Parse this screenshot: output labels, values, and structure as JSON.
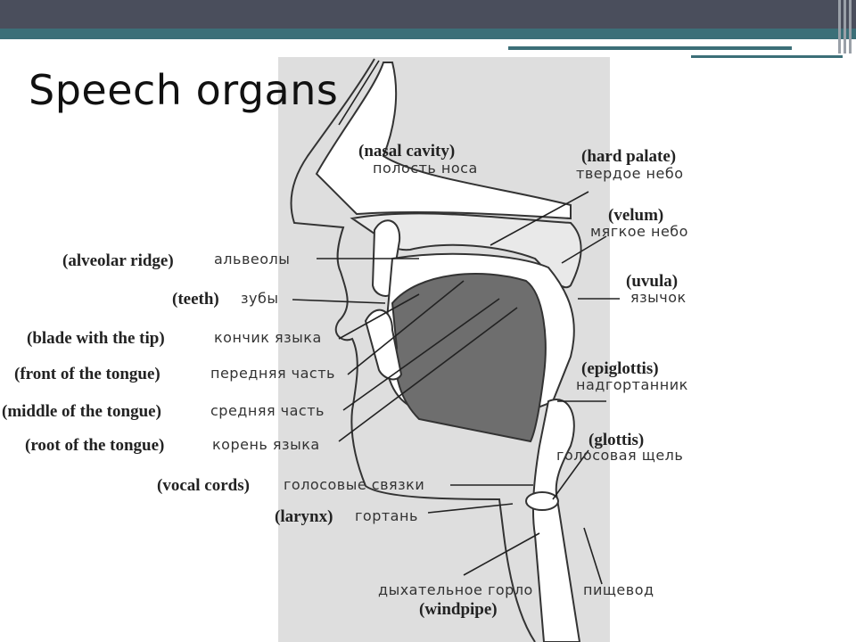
{
  "slide": {
    "title": "Speech organs"
  },
  "labels": {
    "nasal_cavity": {
      "en": "(nasal cavity)",
      "ru": "полость носа"
    },
    "hard_palate": {
      "en": "(hard palate)",
      "ru": "твердое небо"
    },
    "velum": {
      "en": "(velum)",
      "ru": "мягкое небо"
    },
    "uvula": {
      "en": "(uvula)",
      "ru": "язычок"
    },
    "epiglottis": {
      "en": "(epiglottis)",
      "ru": "надгортанник"
    },
    "glottis": {
      "en": "(glottis)",
      "ru": "голосовая щель"
    },
    "alveolar_ridge": {
      "en": "(alveolar ridge)",
      "ru": "альвеолы"
    },
    "teeth": {
      "en": "(teeth)",
      "ru": "зубы"
    },
    "blade": {
      "en": "(blade with the tip)",
      "ru": "кончик языка"
    },
    "front": {
      "en": "(front of the tongue)",
      "ru": "передняя часть"
    },
    "middle": {
      "en": "(middle of the tongue)",
      "ru": "средняя часть"
    },
    "root": {
      "en": "(root of the tongue)",
      "ru": "корень языка"
    },
    "vocal_cords": {
      "en": "(vocal cords)",
      "ru": "голосовые связки"
    },
    "larynx": {
      "en": "(larynx)",
      "ru": "гортань"
    },
    "windpipe": {
      "en": "(windpipe)",
      "ru": "дыхательное горло"
    },
    "esophagus": {
      "ru": "пищевод"
    }
  },
  "colors": {
    "header_dark": "#4a4e5c",
    "header_teal": "#3c6f78",
    "tissue": "#dedede",
    "tongue": "#6e6e6e"
  }
}
